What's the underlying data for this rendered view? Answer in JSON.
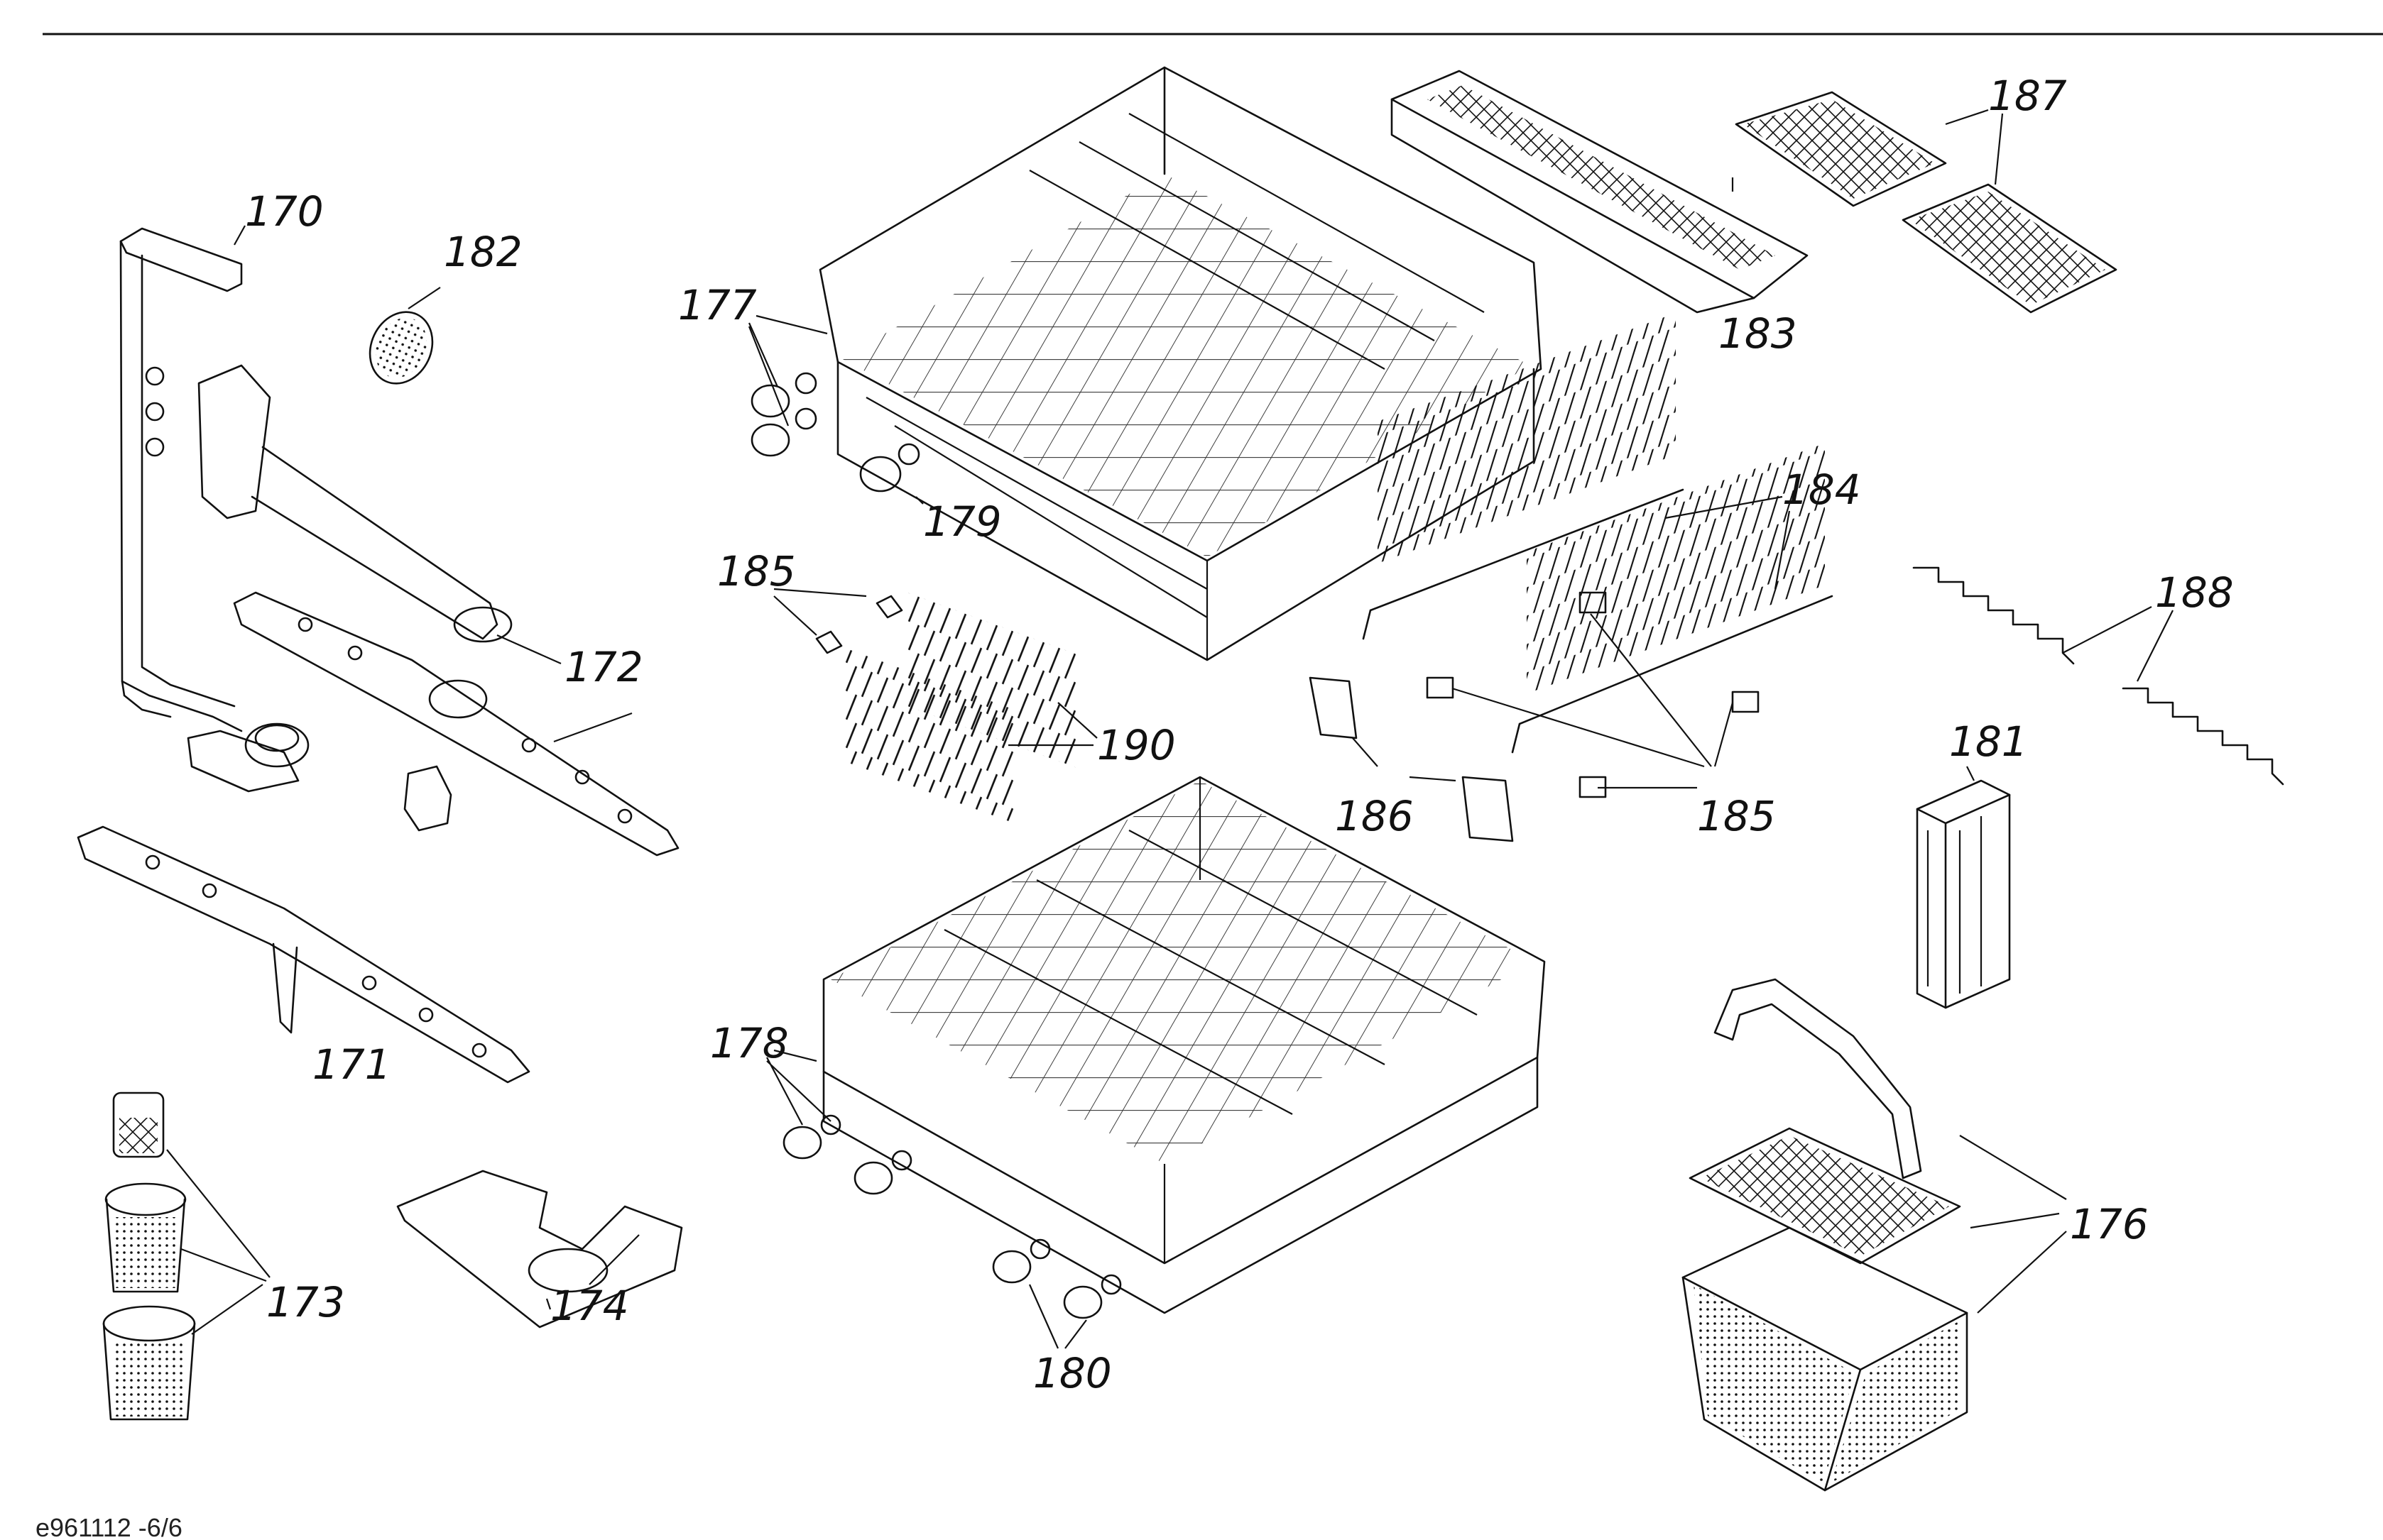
{
  "document_ref": "e961112 -6/6",
  "callouts": {
    "p170": "170",
    "p171": "171",
    "p172": "172",
    "p173": "173",
    "p174": "174",
    "p176": "176",
    "p177": "177",
    "p178": "178",
    "p179": "179",
    "p180": "180",
    "p181": "181",
    "p182": "182",
    "p183": "183",
    "p184": "184",
    "p185a": "185",
    "p185b": "185",
    "p186": "186",
    "p187": "187",
    "p188": "188",
    "p190": "190"
  }
}
